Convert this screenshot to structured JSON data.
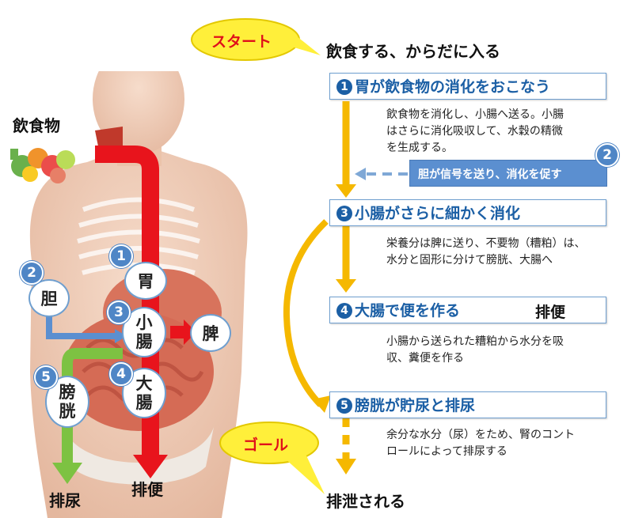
{
  "start_label": "スタート",
  "start_text": "飲食する、からだに入る",
  "food_label": "飲食物",
  "steps": [
    {
      "num": "1",
      "label": "胃が飲食物の消化をおこなう"
    },
    {
      "num": "3",
      "label": "小腸がさらに細かく消化"
    },
    {
      "num": "4",
      "label": "大腸で便を作る"
    },
    {
      "num": "5",
      "label": "膀胱が貯尿と排尿"
    }
  ],
  "step2": {
    "num": "2",
    "label": "胆が信号を送り、消化を促す"
  },
  "desc1": [
    "飲食物を消化し、小腸へ送る。小腸",
    "はさらに消化吸収して、水穀の精微",
    "を生成する。"
  ],
  "desc3": [
    "栄養分は脾に送り、不要物（糟粕）は、",
    "水分と固形に分けて膀胱、大腸へ"
  ],
  "desc4": [
    "小腸から送られた糟粕から水分を吸",
    "収、糞便を作る"
  ],
  "desc5": [
    "余分な水分（尿）をため、腎のコント",
    "ロールによって排尿する"
  ],
  "haiben_right": "排便",
  "goal_label": "ゴール",
  "end_text": "排泄される",
  "organs": {
    "stomach": "胃",
    "gallbladder": "胆",
    "small_intestine": [
      "小",
      "腸"
    ],
    "spleen": "脾",
    "large_intestine": [
      "大",
      "腸"
    ],
    "bladder": [
      "膀",
      "胱"
    ]
  },
  "organ_nums": {
    "stomach": "1",
    "gallbladder": "2",
    "small_intestine": "3",
    "large_intestine": "4",
    "bladder": "5"
  },
  "body_bottom_left": "排尿",
  "body_bottom_mid": "排便",
  "colors": {
    "step_text": "#1b5fa5",
    "main_arrow": "#e8141c",
    "flow_arrow": "#f5b800",
    "urine_arrow": "#7dc242",
    "bile_arrow": "#5b8fd0",
    "callout": "#ffef3a",
    "callout_text": "#e0101a"
  }
}
